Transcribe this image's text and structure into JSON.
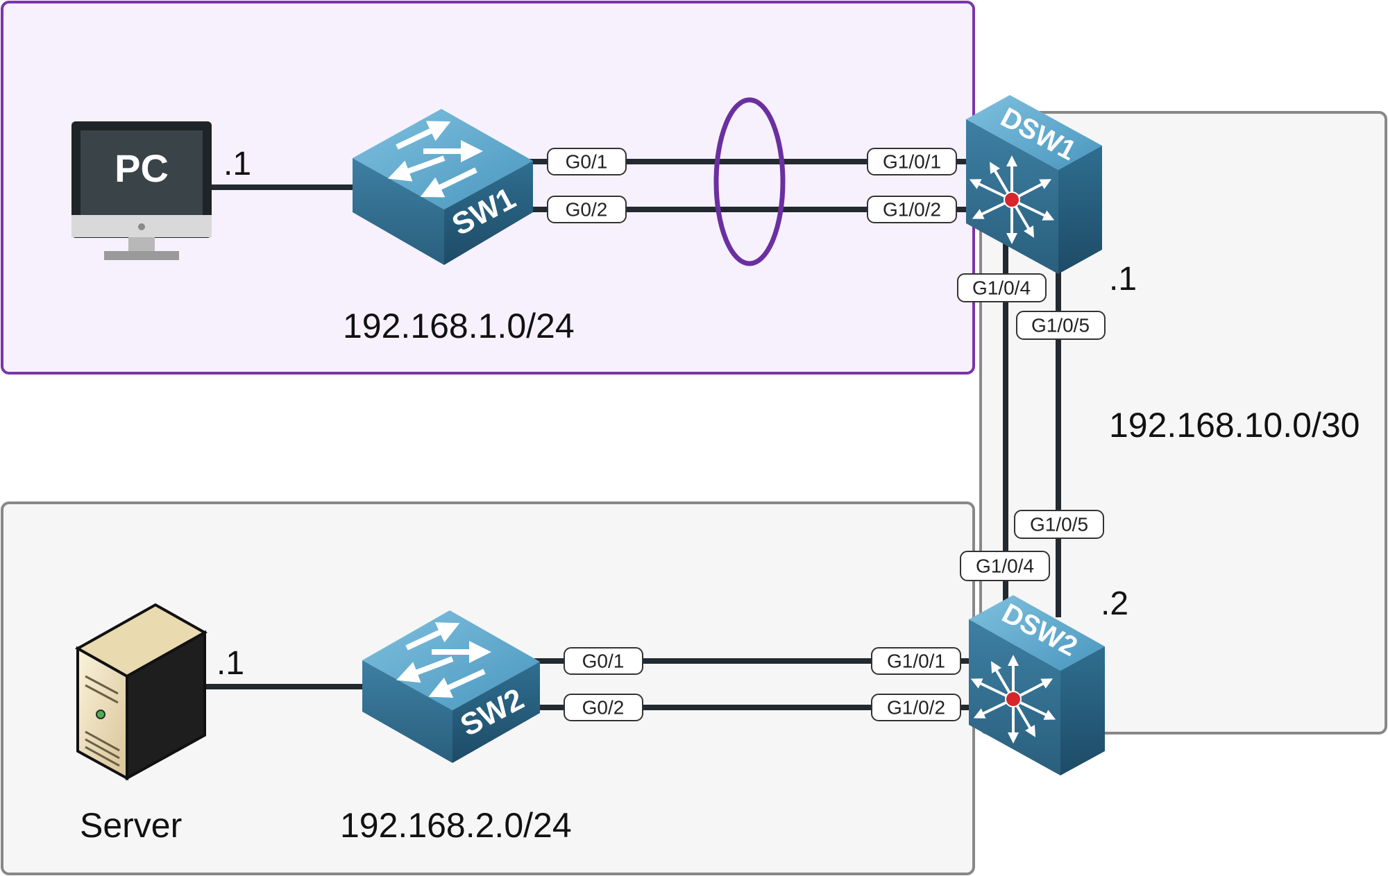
{
  "colors": {
    "zone_purple_fill": "#f6f1fd",
    "zone_purple_stroke": "#7a35a8",
    "zone_gray_fill": "#f6f6f6",
    "zone_gray_stroke": "#888888",
    "switch_blue": "#3f87ad",
    "link_dark": "#222a30",
    "etherchannel_oval": "#6b2fa0"
  },
  "zones": {
    "top": {
      "network": "192.168.1.0/24"
    },
    "bottom": {
      "network": "192.168.2.0/24"
    },
    "right": {
      "network": "192.168.10.0/30"
    }
  },
  "devices": {
    "pc": {
      "label": "PC",
      "ip_suffix": ".1",
      "icon": "monitor-icon"
    },
    "server": {
      "label": "Server",
      "ip_suffix": ".1",
      "icon": "server-icon"
    },
    "sw1": {
      "label": "SW1",
      "icon": "switch-icon"
    },
    "sw2": {
      "label": "SW2",
      "icon": "switch-icon"
    },
    "dsw1": {
      "label": "DSW1",
      "ip_suffix": ".1",
      "icon": "multilayer-switch-icon"
    },
    "dsw2": {
      "label": "DSW2",
      "ip_suffix": ".2",
      "icon": "multilayer-switch-icon"
    }
  },
  "ports": {
    "sw1_g01": "G0/1",
    "sw1_g02": "G0/2",
    "dsw1_g101": "G1/0/1",
    "dsw1_g102": "G1/0/2",
    "dsw1_g104": "G1/0/4",
    "dsw1_g105": "G1/0/5",
    "dsw2_g104": "G1/0/4",
    "dsw2_g105": "G1/0/5",
    "sw2_g01": "G0/1",
    "sw2_g02": "G0/2",
    "dsw2_g101": "G1/0/1",
    "dsw2_g102": "G1/0/2"
  }
}
